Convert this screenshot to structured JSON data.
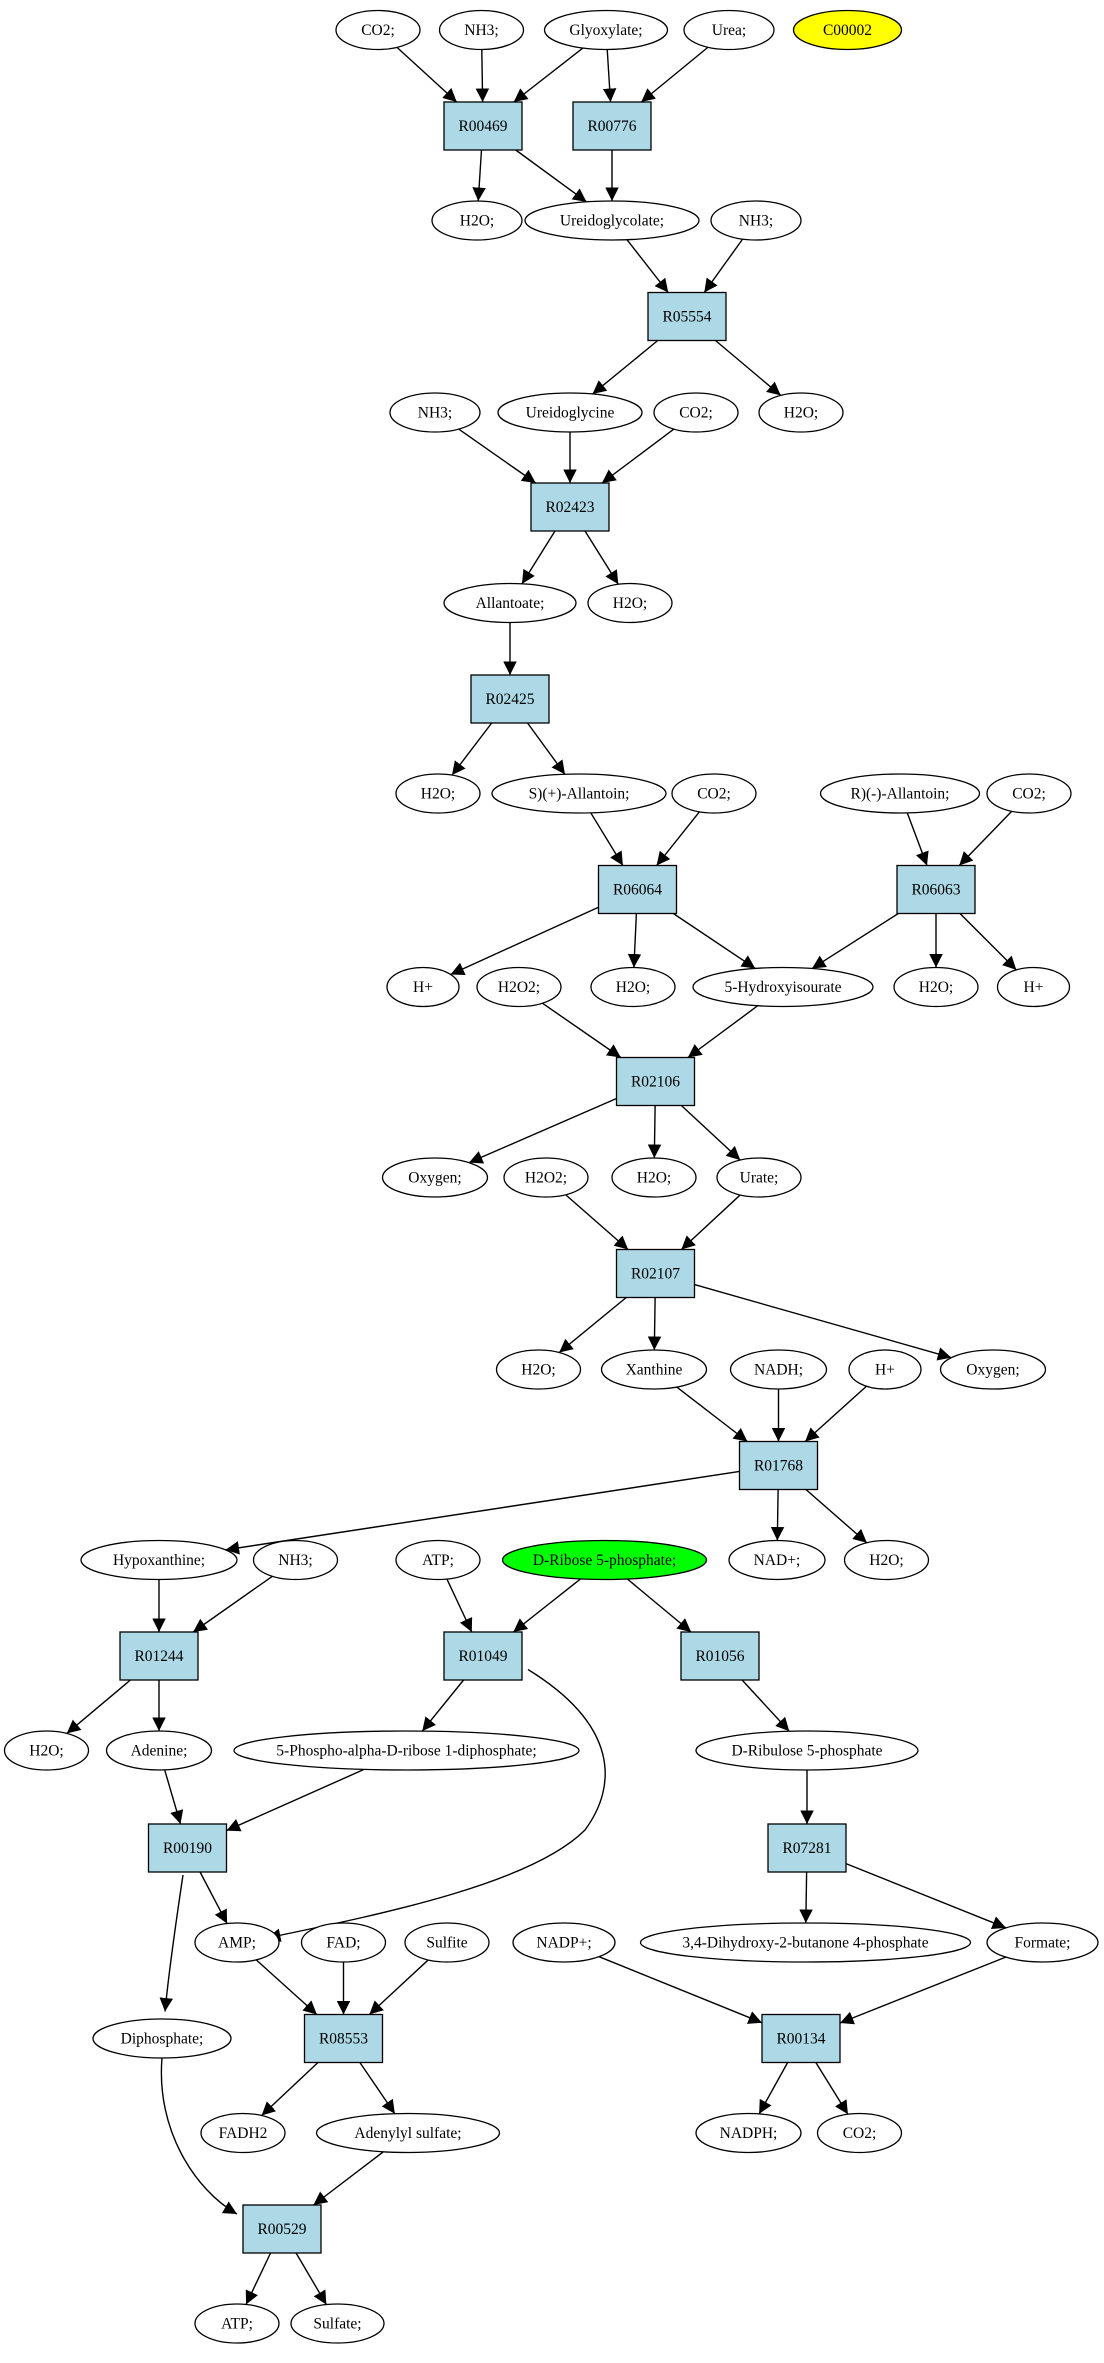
{
  "diagram": {
    "nodes": [
      {
        "id": "co2_a",
        "label": "CO2;",
        "shape": "ellipse"
      },
      {
        "id": "nh3_a",
        "label": "NH3;",
        "shape": "ellipse"
      },
      {
        "id": "glyox",
        "label": "Glyoxylate;",
        "shape": "ellipse"
      },
      {
        "id": "urea",
        "label": "Urea;",
        "shape": "ellipse"
      },
      {
        "id": "c00002",
        "label": "C00002",
        "shape": "ellipse",
        "fill": "#ffff00"
      },
      {
        "id": "r00469",
        "label": "R00469",
        "shape": "rect"
      },
      {
        "id": "r00776",
        "label": "R00776",
        "shape": "rect"
      },
      {
        "id": "h2o_a",
        "label": "H2O;",
        "shape": "ellipse"
      },
      {
        "id": "ureidoglycolate",
        "label": "Ureidoglycolate;",
        "shape": "ellipse"
      },
      {
        "id": "nh3_b",
        "label": "NH3;",
        "shape": "ellipse"
      },
      {
        "id": "r05554",
        "label": "R05554",
        "shape": "rect"
      },
      {
        "id": "nh3_c",
        "label": "NH3;",
        "shape": "ellipse"
      },
      {
        "id": "ureidoglycine",
        "label": "Ureidoglycine",
        "shape": "ellipse"
      },
      {
        "id": "co2_b",
        "label": "CO2;",
        "shape": "ellipse"
      },
      {
        "id": "h2o_b",
        "label": "H2O;",
        "shape": "ellipse"
      },
      {
        "id": "r02423",
        "label": "R02423",
        "shape": "rect"
      },
      {
        "id": "allantoate",
        "label": "Allantoate;",
        "shape": "ellipse"
      },
      {
        "id": "h2o_c",
        "label": "H2O;",
        "shape": "ellipse"
      },
      {
        "id": "r02425",
        "label": "R02425",
        "shape": "rect"
      },
      {
        "id": "h2o_d",
        "label": "H2O;",
        "shape": "ellipse"
      },
      {
        "id": "s_allantoin",
        "label": "S)(+)-Allantoin;",
        "shape": "ellipse"
      },
      {
        "id": "co2_c",
        "label": "CO2;",
        "shape": "ellipse"
      },
      {
        "id": "r_allantoin",
        "label": "R)(-)-Allantoin;",
        "shape": "ellipse"
      },
      {
        "id": "co2_d",
        "label": "CO2;",
        "shape": "ellipse"
      },
      {
        "id": "r06064",
        "label": "R06064",
        "shape": "rect"
      },
      {
        "id": "r06063",
        "label": "R06063",
        "shape": "rect"
      },
      {
        "id": "hplus_a",
        "label": "H+",
        "shape": "ellipse"
      },
      {
        "id": "h2o2_a",
        "label": "H2O2;",
        "shape": "ellipse"
      },
      {
        "id": "h2o_e",
        "label": "H2O;",
        "shape": "ellipse"
      },
      {
        "id": "hydroxyisourate",
        "label": "5-Hydroxyisourate",
        "shape": "ellipse"
      },
      {
        "id": "h2o_f",
        "label": "H2O;",
        "shape": "ellipse"
      },
      {
        "id": "hplus_b",
        "label": "H+",
        "shape": "ellipse"
      },
      {
        "id": "r02106",
        "label": "R02106",
        "shape": "rect"
      },
      {
        "id": "oxygen_a",
        "label": "Oxygen;",
        "shape": "ellipse"
      },
      {
        "id": "h2o2_b",
        "label": "H2O2;",
        "shape": "ellipse"
      },
      {
        "id": "h2o_g",
        "label": "H2O;",
        "shape": "ellipse"
      },
      {
        "id": "urate",
        "label": "Urate;",
        "shape": "ellipse"
      },
      {
        "id": "r02107",
        "label": "R02107",
        "shape": "rect"
      },
      {
        "id": "h2o_h",
        "label": "H2O;",
        "shape": "ellipse"
      },
      {
        "id": "xanthine",
        "label": "Xanthine",
        "shape": "ellipse"
      },
      {
        "id": "nadh",
        "label": "NADH;",
        "shape": "ellipse"
      },
      {
        "id": "hplus_c",
        "label": "H+",
        "shape": "ellipse"
      },
      {
        "id": "oxygen_b",
        "label": "Oxygen;",
        "shape": "ellipse"
      },
      {
        "id": "r01768",
        "label": "R01768",
        "shape": "rect"
      },
      {
        "id": "hypoxanthine",
        "label": "Hypoxanthine;",
        "shape": "ellipse"
      },
      {
        "id": "nh3_d",
        "label": "NH3;",
        "shape": "ellipse"
      },
      {
        "id": "atp_a",
        "label": "ATP;",
        "shape": "ellipse"
      },
      {
        "id": "ribose5p",
        "label": "D-Ribose 5-phosphate;",
        "shape": "ellipse",
        "fill": "#00ff00"
      },
      {
        "id": "nadplus_a",
        "label": "NAD+;",
        "shape": "ellipse"
      },
      {
        "id": "h2o_i",
        "label": "H2O;",
        "shape": "ellipse"
      },
      {
        "id": "r01244",
        "label": "R01244",
        "shape": "rect"
      },
      {
        "id": "r01049",
        "label": "R01049",
        "shape": "rect"
      },
      {
        "id": "r01056",
        "label": "R01056",
        "shape": "rect"
      },
      {
        "id": "h2o_j",
        "label": "H2O;",
        "shape": "ellipse"
      },
      {
        "id": "adenine",
        "label": "Adenine;",
        "shape": "ellipse"
      },
      {
        "id": "prpp",
        "label": "5-Phospho-alpha-D-ribose 1-diphosphate;",
        "shape": "ellipse"
      },
      {
        "id": "ribulose5p",
        "label": "D-Ribulose 5-phosphate",
        "shape": "ellipse"
      },
      {
        "id": "r00190",
        "label": "R00190",
        "shape": "rect"
      },
      {
        "id": "r07281",
        "label": "R07281",
        "shape": "rect"
      },
      {
        "id": "amp",
        "label": "AMP;",
        "shape": "ellipse"
      },
      {
        "id": "fad",
        "label": "FAD;",
        "shape": "ellipse"
      },
      {
        "id": "sulfite",
        "label": "Sulfite",
        "shape": "ellipse"
      },
      {
        "id": "nadpplus",
        "label": "NADP+;",
        "shape": "ellipse"
      },
      {
        "id": "dhbp",
        "label": "3,4-Dihydroxy-2-butanone 4-phosphate",
        "shape": "ellipse"
      },
      {
        "id": "formate",
        "label": "Formate;",
        "shape": "ellipse"
      },
      {
        "id": "diphosphate",
        "label": "Diphosphate;",
        "shape": "ellipse"
      },
      {
        "id": "r08553",
        "label": "R08553",
        "shape": "rect"
      },
      {
        "id": "r00134",
        "label": "R00134",
        "shape": "rect"
      },
      {
        "id": "fadh2",
        "label": "FADH2",
        "shape": "ellipse"
      },
      {
        "id": "adenylylsulfate",
        "label": "Adenylyl sulfate;",
        "shape": "ellipse"
      },
      {
        "id": "nadph",
        "label": "NADPH;",
        "shape": "ellipse"
      },
      {
        "id": "co2_e",
        "label": "CO2;",
        "shape": "ellipse"
      },
      {
        "id": "r00529",
        "label": "R00529",
        "shape": "rect"
      },
      {
        "id": "atp_b",
        "label": "ATP;",
        "shape": "ellipse"
      },
      {
        "id": "sulfate",
        "label": "Sulfate;",
        "shape": "ellipse"
      }
    ],
    "edges": [
      [
        "co2_a",
        "r00469"
      ],
      [
        "nh3_a",
        "r00469"
      ],
      [
        "glyox",
        "r00469"
      ],
      [
        "glyox",
        "r00776"
      ],
      [
        "urea",
        "r00776"
      ],
      [
        "r00469",
        "h2o_a"
      ],
      [
        "r00469",
        "ureidoglycolate"
      ],
      [
        "r00776",
        "ureidoglycolate"
      ],
      [
        "ureidoglycolate",
        "r05554"
      ],
      [
        "nh3_b",
        "r05554"
      ],
      [
        "r05554",
        "ureidoglycine"
      ],
      [
        "r05554",
        "h2o_b"
      ],
      [
        "nh3_c",
        "r02423"
      ],
      [
        "ureidoglycine",
        "r02423"
      ],
      [
        "co2_b",
        "r02423"
      ],
      [
        "r02423",
        "allantoate"
      ],
      [
        "r02423",
        "h2o_c"
      ],
      [
        "allantoate",
        "r02425"
      ],
      [
        "r02425",
        "h2o_d"
      ],
      [
        "r02425",
        "s_allantoin"
      ],
      [
        "s_allantoin",
        "r06064"
      ],
      [
        "co2_c",
        "r06064"
      ],
      [
        "r_allantoin",
        "r06063"
      ],
      [
        "co2_d",
        "r06063"
      ],
      [
        "r06064",
        "hplus_a"
      ],
      [
        "r06064",
        "h2o_e"
      ],
      [
        "r06064",
        "hydroxyisourate"
      ],
      [
        "r06063",
        "hydroxyisourate"
      ],
      [
        "r06063",
        "h2o_f"
      ],
      [
        "r06063",
        "hplus_b"
      ],
      [
        "h2o2_a",
        "r02106"
      ],
      [
        "hydroxyisourate",
        "r02106"
      ],
      [
        "r02106",
        "oxygen_a"
      ],
      [
        "r02106",
        "h2o_g"
      ],
      [
        "r02106",
        "urate"
      ],
      [
        "h2o2_b",
        "r02107"
      ],
      [
        "urate",
        "r02107"
      ],
      [
        "r02107",
        "h2o_h"
      ],
      [
        "r02107",
        "xanthine"
      ],
      [
        "r02107",
        "oxygen_b"
      ],
      [
        "xanthine",
        "r01768"
      ],
      [
        "nadh",
        "r01768"
      ],
      [
        "hplus_c",
        "r01768"
      ],
      [
        "r01768",
        "hypoxanthine"
      ],
      [
        "r01768",
        "nadplus_a"
      ],
      [
        "r01768",
        "h2o_i"
      ],
      [
        "hypoxanthine",
        "r01244"
      ],
      [
        "nh3_d",
        "r01244"
      ],
      [
        "r01244",
        "h2o_j"
      ],
      [
        "r01244",
        "adenine"
      ],
      [
        "atp_a",
        "r01049"
      ],
      [
        "ribose5p",
        "r01049"
      ],
      [
        "ribose5p",
        "r01056"
      ],
      [
        "r01049",
        "prpp"
      ],
      [
        "r01049",
        "amp"
      ],
      [
        "r01056",
        "ribulose5p"
      ],
      [
        "adenine",
        "r00190"
      ],
      [
        "prpp",
        "r00190"
      ],
      [
        "r00190",
        "amp"
      ],
      [
        "r00190",
        "diphosphate"
      ],
      [
        "ribulose5p",
        "r07281"
      ],
      [
        "r07281",
        "dhbp"
      ],
      [
        "r07281",
        "formate"
      ],
      [
        "amp",
        "r08553"
      ],
      [
        "fad",
        "r08553"
      ],
      [
        "sulfite",
        "r08553"
      ],
      [
        "nadpplus",
        "r00134"
      ],
      [
        "formate",
        "r00134"
      ],
      [
        "r08553",
        "fadh2"
      ],
      [
        "r08553",
        "adenylylsulfate"
      ],
      [
        "r00134",
        "nadph"
      ],
      [
        "r00134",
        "co2_e"
      ],
      [
        "diphosphate",
        "r00529"
      ],
      [
        "adenylylsulfate",
        "r00529"
      ],
      [
        "r00529",
        "atp_b"
      ],
      [
        "r00529",
        "sulfate"
      ]
    ]
  }
}
